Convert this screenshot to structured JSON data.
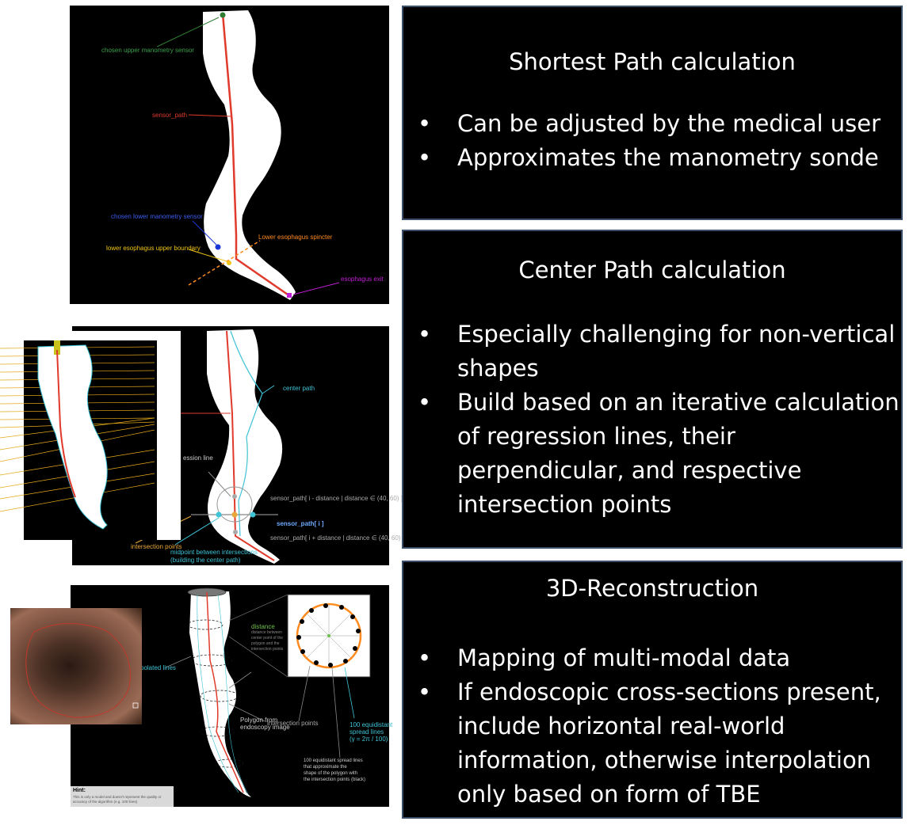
{
  "boxes": [
    {
      "title": "Shortest Path calculation",
      "bullets": [
        "Can be adjusted by the medical user",
        "Approximates the manometry sonde"
      ]
    },
    {
      "title": "Center Path calculation",
      "bullets": [
        "Especially challenging for non-vertical shapes",
        "Build based on an iterative calculation of regression lines, their perpendicular, and respective intersection points"
      ]
    },
    {
      "title": "3D-Reconstruction",
      "bullets": [
        "Mapping of multi-modal data",
        "If endoscopic cross-sections present, include horizontal real-world information, otherwise interpolation only based on form of TBE"
      ]
    }
  ],
  "panel1": {
    "upper_sensor": "chosen upper manometry sensor",
    "sensor_path": "sensor_path",
    "lower_sensor": "chosen lower manometry sensor",
    "upper_boundary": "lower esophagus upper boundary",
    "sphincter": "Lower esophagus spincter",
    "exit": "esophagus exit"
  },
  "panel2": {
    "center_path": "center path",
    "regression": "ession line",
    "formula1": "sensor_path[ i - distance | distance ∈ (40, 60) ]",
    "formula2": "sensor_path[ i ]",
    "formula3": "sensor_path[ i + distance | distance ∈ (40, 60) ]",
    "intersection": "intersection points",
    "midpoint1": "midpoint between intersections",
    "midpoint2": "(building the center path)"
  },
  "panel3": {
    "distance": "distance",
    "distance_note": "distance between center point of the polygon and the intersection points",
    "interpolated": "polated lines",
    "polygon1": "Polygon from",
    "polygon2": "endoscopy image",
    "intersection": "intersection points",
    "spread_a1": "100 equidistant",
    "spread_a2": "spread lines",
    "spread_a3": "(γ = 2π / 100)",
    "spread_b1": "100 equidistant spread lines",
    "spread_b2": "that approximate the",
    "spread_b3": "shape of the polygon with",
    "spread_b4": "the intersection points (black)",
    "hint_title": "Hint:",
    "hint_body": "This is only a model and doesn't represent the quality or accuracy of the algorithm (e.g. 100 lines)"
  },
  "colors": {
    "accent_red": "#e03a2c",
    "cyan": "#3fc3d6",
    "orange": "#ff8a1e",
    "box_border": "#3b4f6b"
  }
}
